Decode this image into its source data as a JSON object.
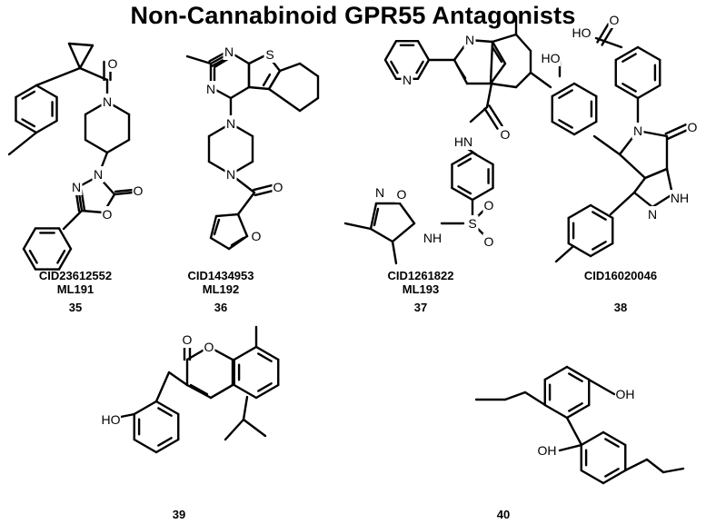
{
  "title": "Non-Cannabinoid GPR55 Antagonists",
  "compounds": [
    {
      "cid": "CID23612552",
      "ml": "ML191",
      "num": "35"
    },
    {
      "cid": "CID1434953",
      "ml": "ML192",
      "num": "36"
    },
    {
      "cid": "CID1261822",
      "ml": "ML193",
      "num": "37"
    },
    {
      "cid": "CID16020046",
      "ml": "",
      "num": "38"
    },
    {
      "cid": "",
      "ml": "",
      "num": "39"
    },
    {
      "cid": "",
      "ml": "",
      "num": "40"
    }
  ],
  "atom_labels": {
    "O": "O",
    "N": "N",
    "S": "S",
    "HO": "HO",
    "OH": "OH",
    "NH": "NH",
    "HN": "HN"
  }
}
